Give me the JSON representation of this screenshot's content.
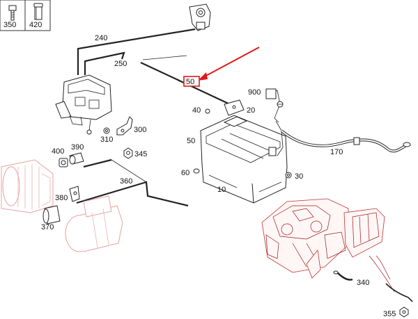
{
  "legend_boxes": [
    {
      "number": "350",
      "icon": "bolt-icon"
    },
    {
      "number": "420",
      "icon": "sleeve-icon"
    }
  ],
  "callouts": {
    "c10": "10",
    "c20": "20",
    "c30": "30",
    "c40": "40",
    "c50": "50",
    "c50_highlight": "50",
    "c60": "60",
    "c170": "170",
    "c240": "240",
    "c250": "250",
    "c300": "300",
    "c310": "310",
    "c340": "340",
    "c345": "345",
    "c355": "355",
    "c360": "360",
    "c370": "370",
    "c380": "380",
    "c390": "390",
    "c400": "400",
    "c900": "900"
  },
  "highlight": {
    "color": "#e01818",
    "target": "50"
  },
  "colors": {
    "ink": "#222222",
    "ghost": "#e8a0a0",
    "accent": "#e01818"
  }
}
